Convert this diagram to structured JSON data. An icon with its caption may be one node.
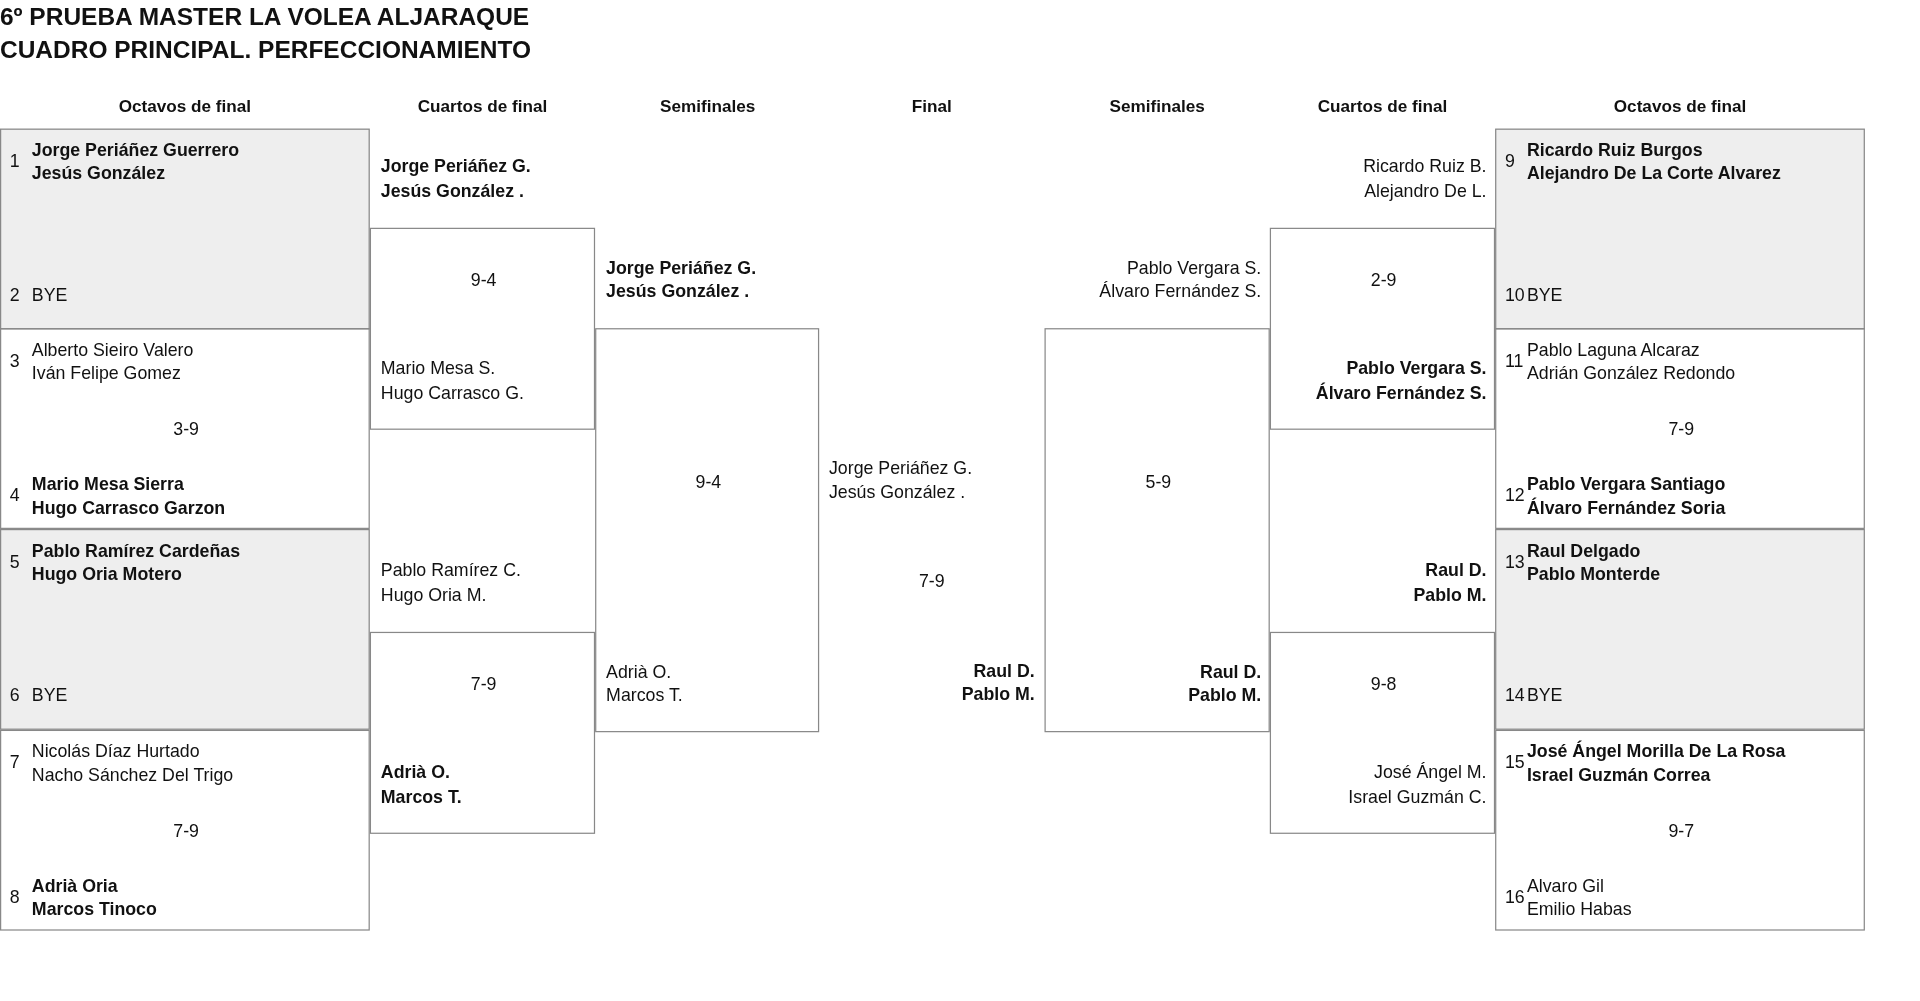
{
  "diagram": {
    "title": "6º PRUEBA MASTER LA VOLEA ALJARAQUE",
    "nodes": [
      {
        "text": [
          "1",
          "Jorge Periáñez Guerrero",
          "Jesús González",
          "2",
          "BYE"
        ]
      },
      {
        "text": [
          "3",
          "Alberto Sieiro Valero",
          "Iván Felipe Gomez",
          "3-9",
          "4",
          "Mario Mesa Sierra",
          "Hugo Carrasco Garzon"
        ]
      },
      {
        "text": [
          "5",
          "Pablo Ramírez Cardeñas",
          "Hugo Oria Motero",
          "6",
          "BYE"
        ]
      },
      {
        "text": [
          "7",
          "Nicolás Díaz Hurtado",
          "Nacho Sánchez Del Trigo",
          "7-9",
          "8",
          "Adrià Oria",
          "Marcos Tinoco"
        ]
      },
      {
        "text": [
          "Jorge Periáñez G.",
          "Jesús González .",
          "9-4",
          "Mario Mesa S.",
          "Hugo Carrasco G."
        ]
      },
      {
        "text": [
          "Pablo Ramírez C.",
          "Hugo Oria M.",
          "7-9",
          "Adrià O.",
          "Marcos T."
        ]
      },
      {
        "text": [
          "Jorge Periáñez G.",
          "Jesús González .",
          "9-4",
          "Adrià O.",
          "Marcos T."
        ]
      },
      {
        "text": [
          "Pablo Vergara S.",
          "Álvaro Fernández S.",
          "5-9",
          "Raul D.",
          "Pablo M."
        ]
      },
      {
        "text": [
          "Ricardo Ruiz B.",
          "Alejandro De L.",
          "2-9",
          "Pablo Vergara S.",
          "Álvaro Fernández S."
        ]
      },
      {
        "text": [
          "Raul D.",
          "Pablo M.",
          "9-8",
          "José Ángel M.",
          "Israel Guzmán C."
        ]
      },
      {
        "text": [
          "9",
          "Ricardo Ruiz Burgos",
          "Alejandro De La Corte Alvarez",
          "10",
          "BYE"
        ]
      },
      {
        "text": [
          "11",
          "Pablo Laguna Alcaraz",
          "Adrián González Redondo",
          "7-9",
          "12",
          "Pablo Vergara Santiago",
          "Álvaro Fernández Soria"
        ]
      },
      {
        "text": [
          "13",
          "Raul Delgado",
          "Pablo Monterde",
          "14",
          "BYE"
        ]
      },
      {
        "text": [
          "15",
          "José Ángel Morilla De La Rosa",
          "Israel Guzmán Correa",
          "9-7",
          "16",
          "Alvaro Gil",
          "Emilio Habas"
        ]
      }
    ],
    "labels": [
      "CUADRO PRINCIPAL. PERFECCIONAMIENTO",
      "Octavos de final",
      "Cuartos de final",
      "Semifinales",
      "Final",
      "Semifinales",
      "Cuartos de final",
      "Octavos de final",
      "Jorge Periáñez G.",
      "Jesús González .",
      "7-9",
      "Raul D.",
      "Pablo M."
    ]
  }
}
